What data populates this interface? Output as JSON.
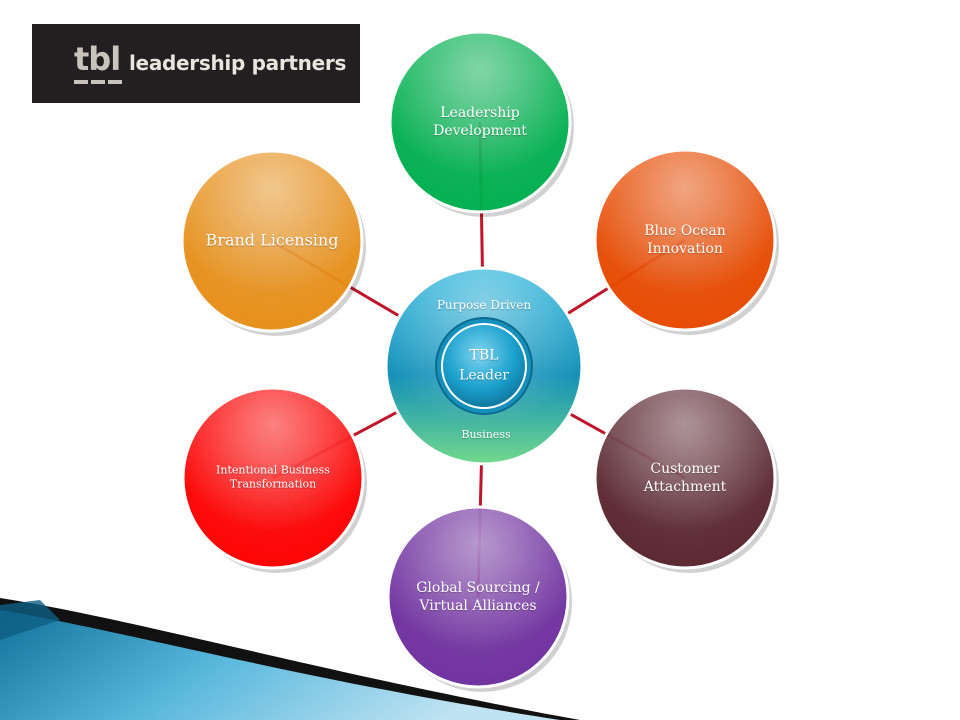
{
  "logo": {
    "mark": "tbl",
    "text": "leadership partners"
  },
  "hub": {
    "top_text": "Purpose Driven",
    "bottom_text": "Business",
    "center_text": "TBL\nLeader"
  },
  "spokes": [
    {
      "label": "Leadership\nDevelopment",
      "color": "#00b04f"
    },
    {
      "label": "Blue Ocean\nInnovation",
      "color": "#e84a00"
    },
    {
      "label": "Customer\nAttachment",
      "color": "#5a2630"
    },
    {
      "label": "Global Sourcing /\nVirtual Alliances",
      "color": "#7030a0"
    },
    {
      "label": "Intentional Business\nTransformation",
      "color": "#ff0000"
    },
    {
      "label": "Brand Licensing",
      "color": "#e8901a"
    }
  ],
  "colors": {
    "connector": "#c0152a",
    "hub": "#1e9fc4",
    "hub_bottom": "#6fd48a"
  }
}
